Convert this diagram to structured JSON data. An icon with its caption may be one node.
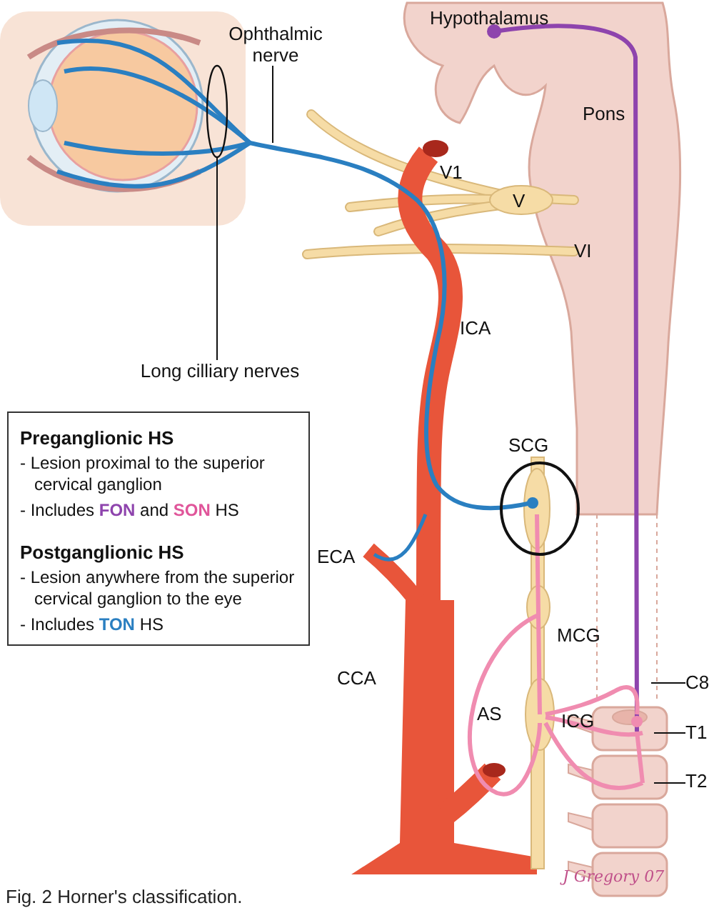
{
  "diagram": {
    "caption": "Fig. 2 Horner's classification.",
    "nodes": [
      {
        "text": [
          "Ophthalmic nerve"
        ]
      },
      {
        "text": [
          "Long cilliary nerves"
        ]
      },
      {
        "text": [
          "Preganglionic HS",
          "- Lesion proximal to the superior cervical ganglion",
          "- Includes **FON** and **SON** HS",
          "Postganglionic HS",
          "- Lesion anywhere from the superior cervical ganglion to the eye",
          "- Includes **TON** HS"
        ]
      },
      {
        "text": [
          "C8"
        ]
      },
      {
        "text": [
          "T1"
        ]
      },
      {
        "text": [
          "T2"
        ]
      },
      {
        "text": [],
        "shape": "circle"
      }
    ],
    "edges": [
      {
        "from": 0,
        "to": null,
        "arrow": "none"
      },
      {
        "from": 1,
        "to": 6,
        "arrow": "none"
      },
      {
        "from": 3,
        "to": null,
        "arrow": "none"
      },
      {
        "from": 4,
        "to": null,
        "arrow": "none"
      },
      {
        "from": 5,
        "to": null,
        "arrow": "none"
      }
    ],
    "labels": [
      "Hypothalamus",
      "Pons",
      "V1",
      "V",
      "VI",
      "ICA",
      "SCG",
      "ECA",
      "MCG",
      "CCA",
      "AS",
      "ICG",
      "J Gregory 07"
    ]
  }
}
